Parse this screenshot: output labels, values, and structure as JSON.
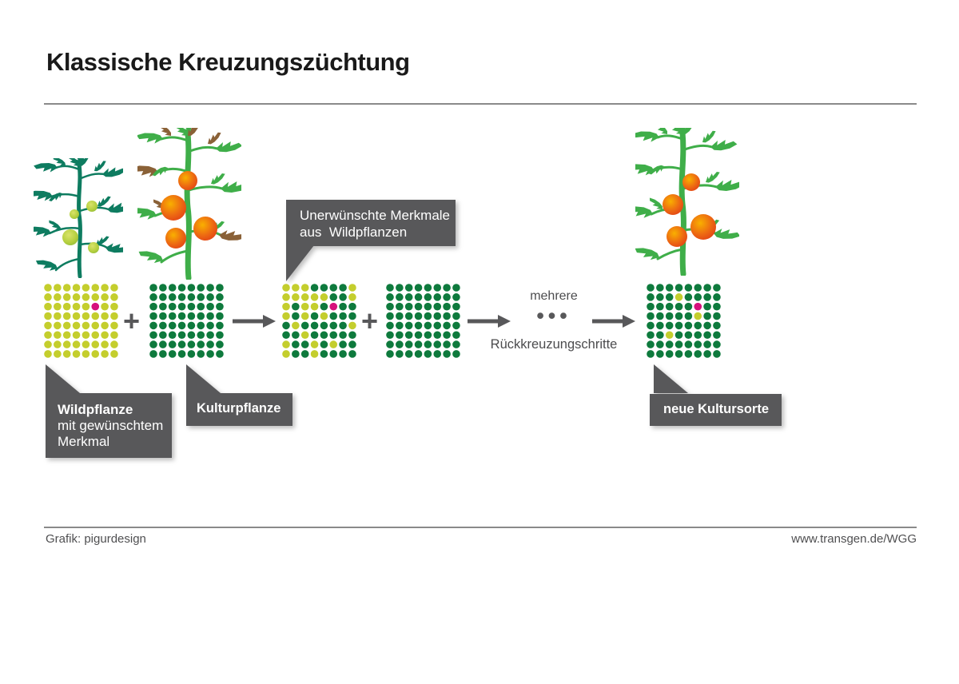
{
  "title": "Klassische Kreuzungszüchtung",
  "bubble": {
    "line1": "Unerwünschte Merkmale",
    "line2": "aus  Wildpflanzen"
  },
  "flow": {
    "plus": "+",
    "mehrere": "mehrere",
    "dots": "•••",
    "rueckkreuzung": "Rückkreuzungschritte"
  },
  "labels": {
    "wildpflanze": {
      "title": "Wildpflanze",
      "line2": "mit gewünschtem",
      "line3": "Merkmal"
    },
    "kulturpflanze": "Kulturpflanze",
    "neue_kultursorte": "neue Kultursorte"
  },
  "footer": {
    "credit": "Grafik: pigurdesign",
    "url": "www.transgen.de/WGG"
  },
  "colors": {
    "callout_gray": "#58585a",
    "arrow_gray": "#58585a",
    "wild_plant_green": "#0e7c60",
    "culture_plant_green": "#3fae49",
    "dead_leaf_brown": "#8a6137",
    "tomato_red": "#e03a16",
    "tomato_orange": "#f9b000"
  },
  "dot_colors": {
    "Y": "#c4ce2d",
    "G": "#0e7a3d",
    "P": "#d6107c"
  },
  "grids": {
    "wild": {
      "rows": [
        "YYYYYYYY",
        "YYYYYYYY",
        "YYYYYPYY",
        "YYYYYYYY",
        "YYYYYYYY",
        "YYYYYYYY",
        "YYYYYYYY",
        "YYYYYYYY"
      ]
    },
    "culture": {
      "rows": [
        "GGGGGGGG",
        "GGGGGGGG",
        "GGGGGGGG",
        "GGGGGGGG",
        "GGGGGGGG",
        "GGGGGGGG",
        "GGGGGGGG",
        "GGGGGGGG"
      ]
    },
    "cross_f1": {
      "rows": [
        "YYYGGGGY",
        "YYYYYGGY",
        "YGYYGPGG",
        "YGYGYGGG",
        "GYGGGGGY",
        "GGYGGGGG",
        "YGGYGYGG",
        "YGGYGGGG"
      ]
    },
    "culture2": {
      "rows": [
        "GGGGGGGG",
        "GGGGGGGG",
        "GGGGGGGG",
        "GGGGGGGG",
        "GGGGGGGG",
        "GGGGGGGG",
        "GGGGGGGG",
        "GGGGGGGG"
      ]
    },
    "new_variety": {
      "rows": [
        "GGGGGGGG",
        "GGGYGGGG",
        "GGGGGPGG",
        "GGGGGYGG",
        "GGGGGGGG",
        "GGYGGGGG",
        "GGGGGGGG",
        "GGGGGGGG"
      ]
    }
  }
}
